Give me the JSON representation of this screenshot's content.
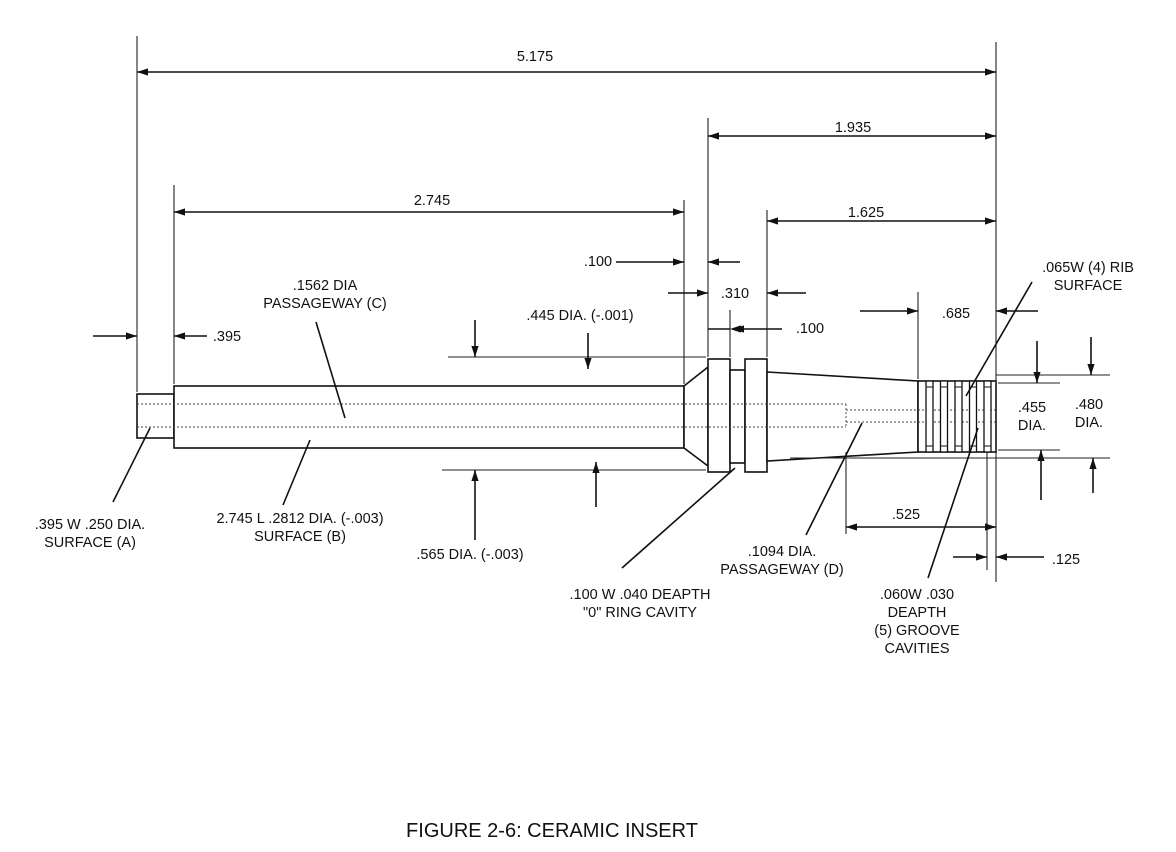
{
  "dimensions": {
    "overall_length": "5.175",
    "length_1935": "1.935",
    "length_2745": "2.745",
    "length_1625": "1.625",
    "width_100_top": ".100",
    "width_310": ".310",
    "width_100_mid": ".100",
    "length_685": ".685",
    "length_395": ".395",
    "length_525": ".525",
    "length_125": ".125",
    "dia_455": ".455",
    "dia_455_unit": "DIA.",
    "dia_480": ".480",
    "dia_480_unit": "DIA."
  },
  "callouts": {
    "passage_c": [
      ".1562 DIA",
      "PASSAGEWAY (C)"
    ],
    "dia_445": ".445 DIA. (-.001)",
    "rib_surface": [
      ".065W  (4) RIB",
      "SURFACE"
    ],
    "surface_a": [
      ".395 W .250 DIA.",
      "SURFACE (A)"
    ],
    "surface_b": [
      "2.745 L .2812 DIA. (-.003)",
      "SURFACE (B)"
    ],
    "dia_565": ".565 DIA. (-.003)",
    "o_ring": [
      ".100 W .040 DEAPTH",
      "\"0\" RING CAVITY"
    ],
    "passage_d": [
      ".1094 DIA.",
      "PASSAGEWAY (D)"
    ],
    "groove": [
      ".060W .030",
      "DEAPTH",
      "(5) GROOVE",
      "CAVITIES"
    ]
  },
  "caption": "FIGURE 2-6: CERAMIC INSERT"
}
